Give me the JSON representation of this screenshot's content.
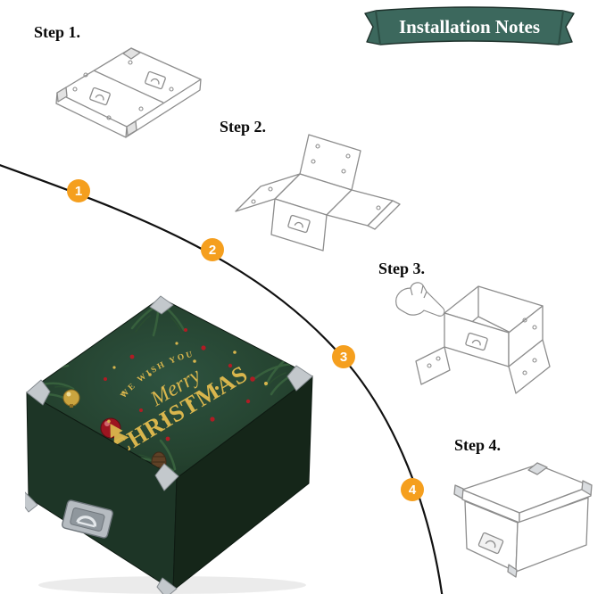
{
  "banner": {
    "title": "Installation Notes"
  },
  "steps": [
    {
      "label": "Step 1."
    },
    {
      "label": "Step 2."
    },
    {
      "label": "Step 3."
    },
    {
      "label": "Step 4."
    }
  ],
  "markers": [
    {
      "number": "1"
    },
    {
      "number": "2"
    },
    {
      "number": "3"
    },
    {
      "number": "4"
    }
  ],
  "product_box": {
    "greeting_top": "WE WISH YOU",
    "greeting_script": "Merry",
    "greeting_main": "CHRISTMAS"
  },
  "colors": {
    "marker_orange": "#f59f1e",
    "ribbon_green": "#3c685d",
    "line_art_gray": "#8d8d8d",
    "box_green": "#24412e",
    "gold": "#d9b64d"
  }
}
